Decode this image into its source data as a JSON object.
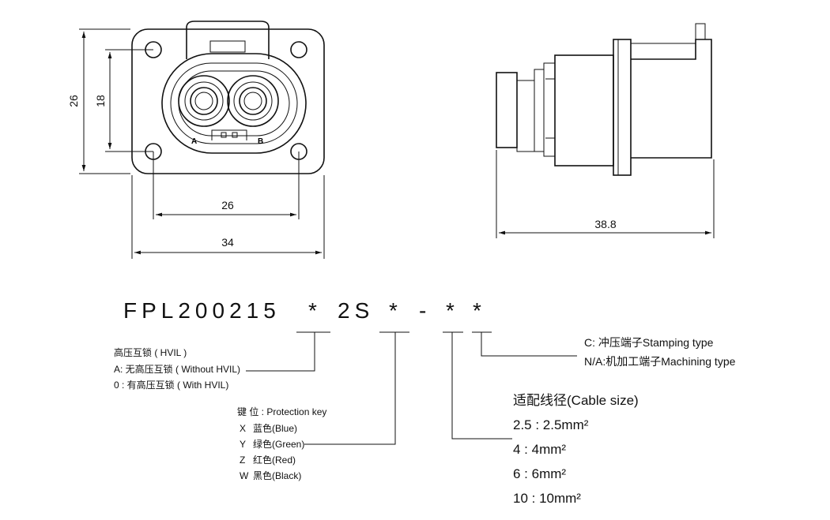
{
  "dimensions": {
    "height_outer": "26",
    "height_inner": "18",
    "width_hole_spacing": "26",
    "width_outer": "34",
    "depth": "38.8"
  },
  "connector_markings": {
    "pin_a": "A",
    "pin_b": "B"
  },
  "part_number": {
    "prefix": "FPL200215",
    "slot1": "*",
    "middle": "2S",
    "slot2": "*",
    "dash": "-",
    "slot3": "*",
    "slot4": "*"
  },
  "hvil_note": {
    "title": "高压互锁 ( HVIL )",
    "option_a": "A: 无高压互锁 ( Without HVIL)",
    "option_0": "0 : 有高压互锁 ( With HVIL)"
  },
  "key_note": {
    "title": "键 位 : Protection key",
    "options": [
      {
        "code": "X",
        "label": "蓝色(Blue)"
      },
      {
        "code": "Y",
        "label": "绿色(Green)"
      },
      {
        "code": "Z",
        "label": "红色(Red)"
      },
      {
        "code": "W",
        "label": "黑色(Black)"
      }
    ]
  },
  "cable_note": {
    "title": "适配线径(Cable size)",
    "options": [
      "2.5 : 2.5mm²",
      "4 : 4mm²",
      "6 : 6mm²",
      "10 : 10mm²"
    ]
  },
  "terminal_note": {
    "option_c": "C: 冲压端子Stamping type",
    "option_na": "N/A:机加工端子Machining type"
  }
}
